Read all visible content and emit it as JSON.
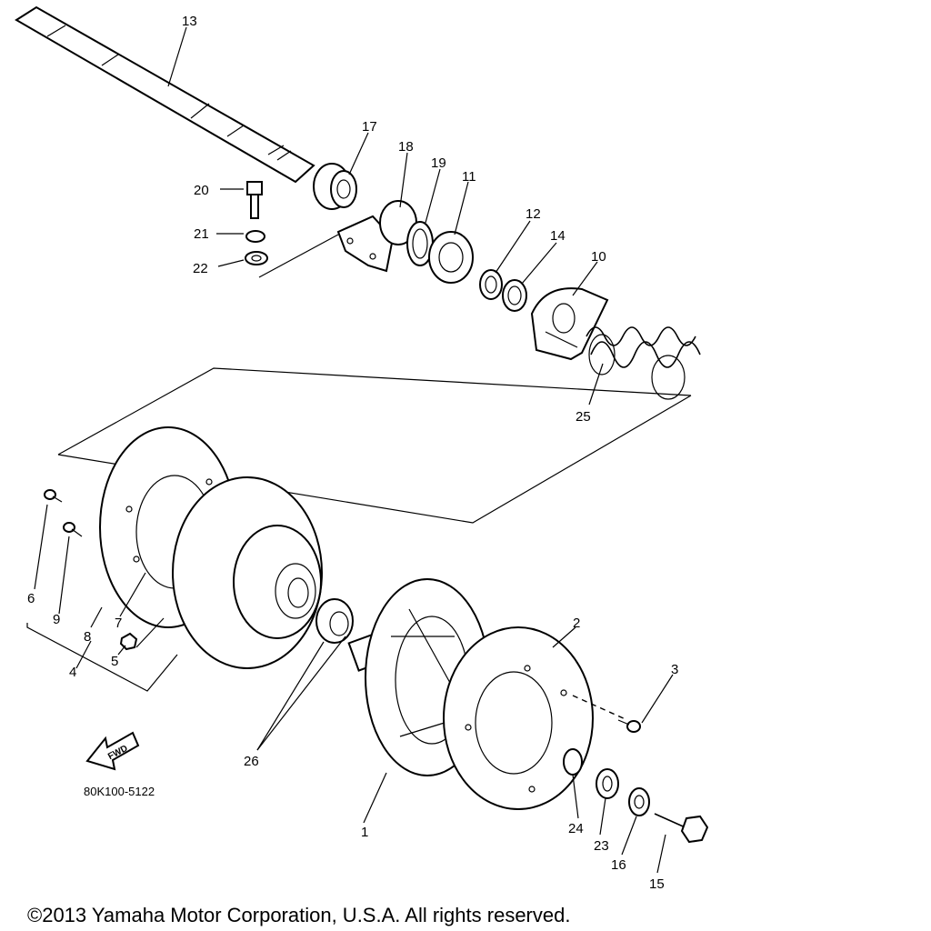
{
  "diagram": {
    "part_labels": {
      "p1": "1",
      "p2": "2",
      "p3": "3",
      "p4": "4",
      "p5": "5",
      "p6": "6",
      "p7": "7",
      "p8": "8",
      "p9": "9",
      "p10": "10",
      "p11": "11",
      "p12": "12",
      "p13": "13",
      "p14": "14",
      "p15": "15",
      "p16": "16",
      "p17": "17",
      "p18": "18",
      "p19": "19",
      "p20": "20",
      "p21": "21",
      "p22": "22",
      "p23": "23",
      "p24": "24",
      "p25": "25",
      "p26": "26"
    },
    "fwd_label": "FWD",
    "drawing_code": "80K100-5122"
  },
  "footer": {
    "copyright": "©2013 Yamaha Motor Corporation, U.S.A. All rights reserved."
  }
}
